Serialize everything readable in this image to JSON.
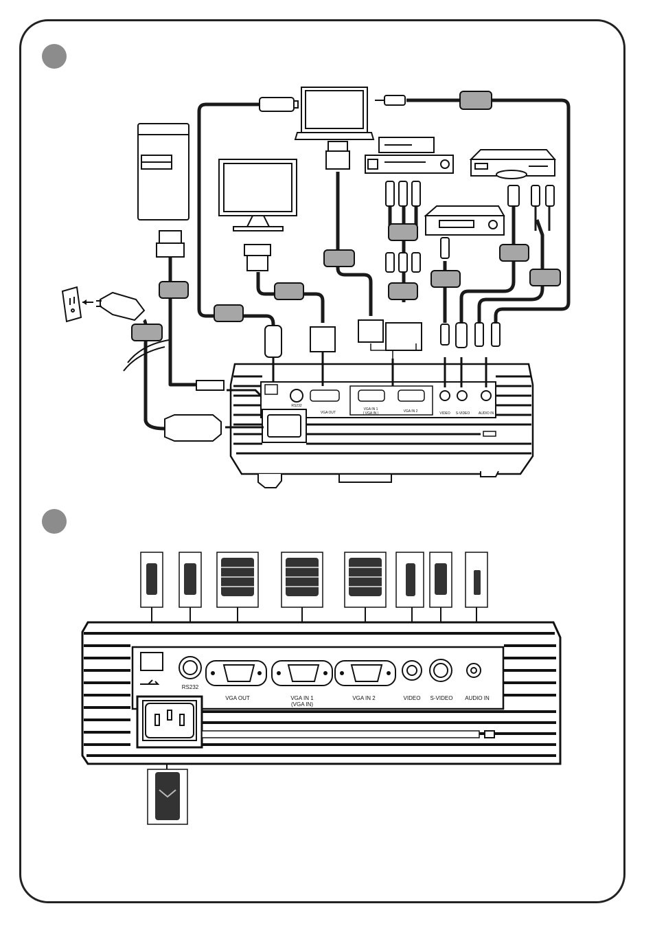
{
  "ports_top": {
    "rs232": "RS232",
    "vga_out": "VGA OUT",
    "vga_in1_line1": "VGA IN 1",
    "vga_in1_line2": "( VGA IN )",
    "vga_in2": "VGA IN 2",
    "video": "VIDEO",
    "svideo": "S-VIDEO",
    "audio_in": "AUDIO IN"
  },
  "ports_bottom": {
    "rs232": "RS232",
    "vga_out": "VGA OUT",
    "vga_in1_line1": "VGA IN 1",
    "vga_in1_line2": "(VGA IN)",
    "vga_in2": "VGA IN 2",
    "video": "VIDEO",
    "svideo": "S-VIDEO",
    "audio_in": "AUDIO IN"
  },
  "colors": {
    "outline": "#111111",
    "cable": "#1a1a1a",
    "label_box": "#a6a6a6",
    "section_circle": "#8c8c8c",
    "frame": "#222222"
  },
  "icons": [
    "usb-icon",
    "kensington-lock-icon",
    "power-plug-icon",
    "wall-outlet-icon"
  ]
}
